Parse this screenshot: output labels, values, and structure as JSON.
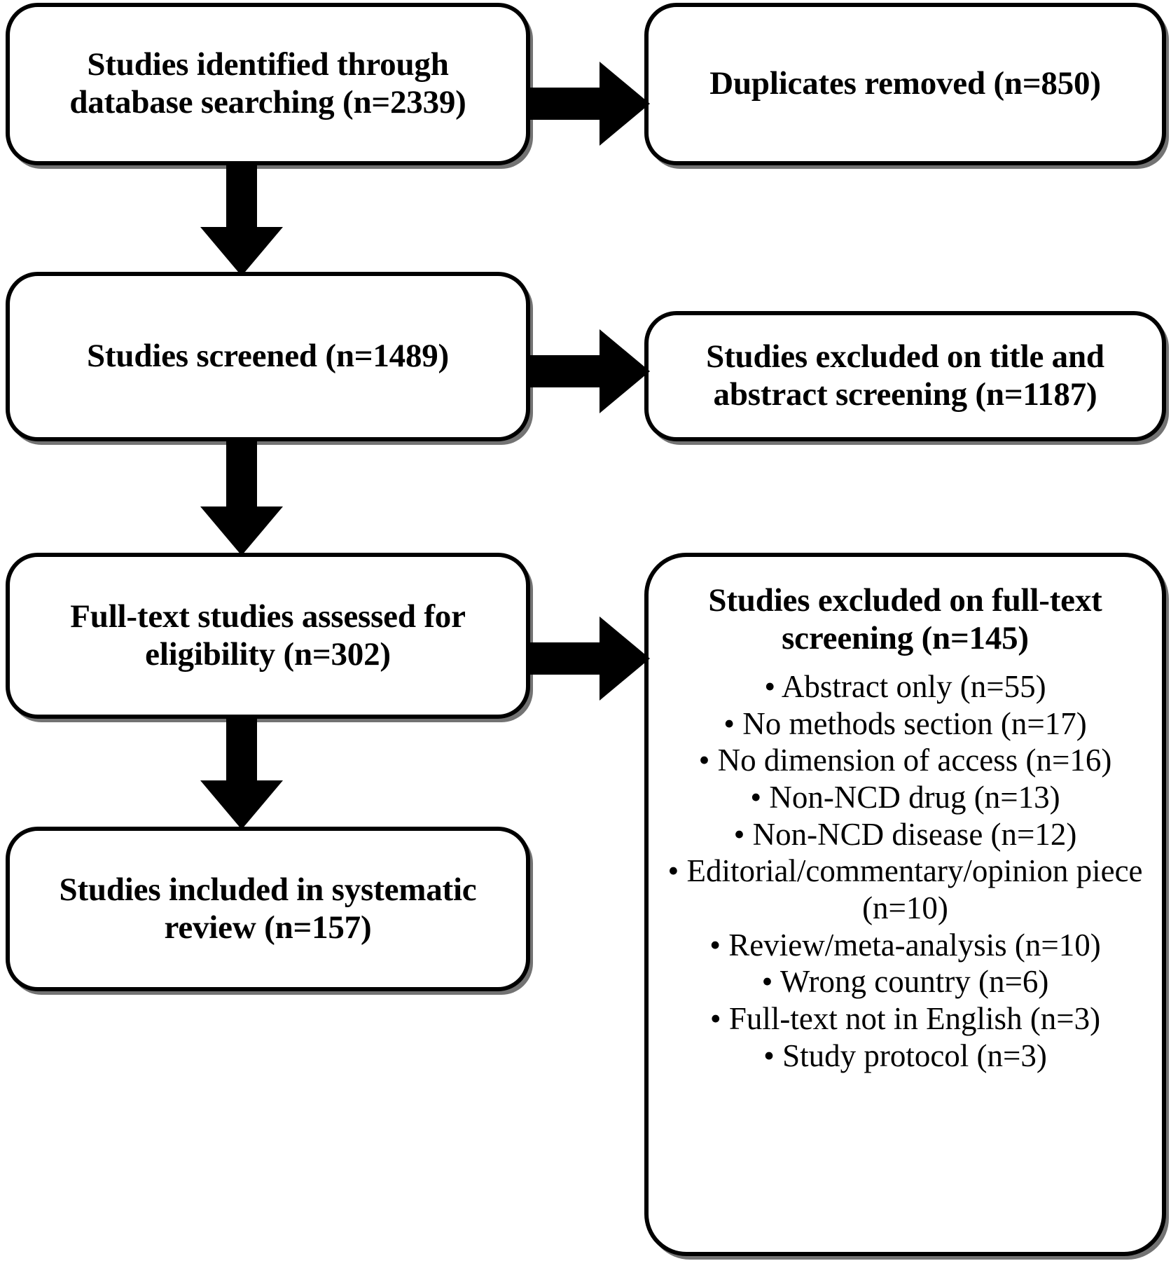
{
  "diagram": {
    "type": "prisma-flow-diagram",
    "boxes": {
      "identified": {
        "label": "Studies identified through database searching (n=2339)"
      },
      "duplicates": {
        "label": "Duplicates removed (n=850)"
      },
      "screened": {
        "label": "Studies screened (n=1489)"
      },
      "excluded_title_abstract": {
        "label": "Studies excluded on title and abstract screening (n=1187)"
      },
      "fulltext_assessed": {
        "label": "Full-text studies assessed for eligibility (n=302)"
      },
      "included": {
        "label": "Studies included in systematic review (n=157)"
      },
      "excluded_fulltext": {
        "label": "Studies excluded on full-text screening (n=145)",
        "reasons": [
          "• Abstract only (n=55)",
          "• No methods section (n=17)",
          "• No dimension of access (n=16)",
          "• Non-NCD drug (n=13)",
          "• Non-NCD disease (n=12)",
          "• Editorial/commentary/opinion piece (n=10)",
          "• Review/meta-analysis (n=10)",
          "• Wrong country (n=6)",
          "• Full-text not in English (n=3)",
          "• Study protocol (n=3)"
        ]
      }
    },
    "arrows": [
      {
        "name": "identified-to-screened",
        "direction": "down"
      },
      {
        "name": "identified-to-duplicates",
        "direction": "right"
      },
      {
        "name": "screened-to-fulltext",
        "direction": "down"
      },
      {
        "name": "screened-to-excluded-title-abstract",
        "direction": "right"
      },
      {
        "name": "fulltext-to-included",
        "direction": "down"
      },
      {
        "name": "fulltext-to-excluded-fulltext",
        "direction": "right"
      }
    ],
    "colors": {
      "stroke": "#000000",
      "fill": "#ffffff",
      "text": "#000000"
    }
  }
}
